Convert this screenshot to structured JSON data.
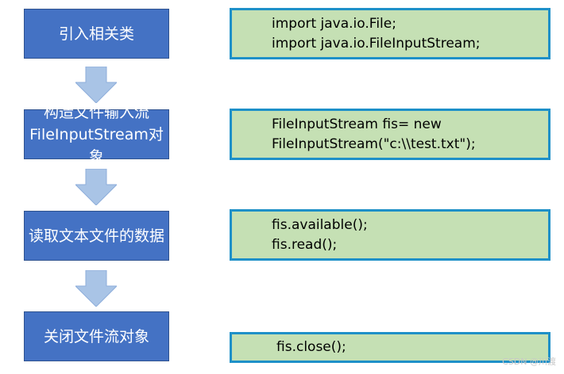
{
  "steps": [
    {
      "lines": [
        "引入相关类"
      ]
    },
    {
      "lines": [
        "构造文件输入流",
        "FileInputStream对象"
      ]
    },
    {
      "lines": [
        "读取文本文件的数据"
      ]
    },
    {
      "lines": [
        "关闭文件流对象"
      ]
    }
  ],
  "code_blocks": [
    {
      "lines": [
        "import java.io.File;",
        "import java.io.FileInputStream;"
      ]
    },
    {
      "lines": [
        "FileInputStream fis= new",
        "FileInputStream(\"c:\\\\test.txt\");"
      ]
    },
    {
      "lines": [
        "fis.available();",
        "fis.read();"
      ]
    },
    {
      "lines": [
        "fis.close();"
      ]
    }
  ],
  "watermark": "CSDN @川渡",
  "colors": {
    "step_fill": "#4472c4",
    "arrow_fill": "#a9c4e6",
    "code_fill": "#c5e0b4",
    "code_border": "#1e90c8"
  }
}
